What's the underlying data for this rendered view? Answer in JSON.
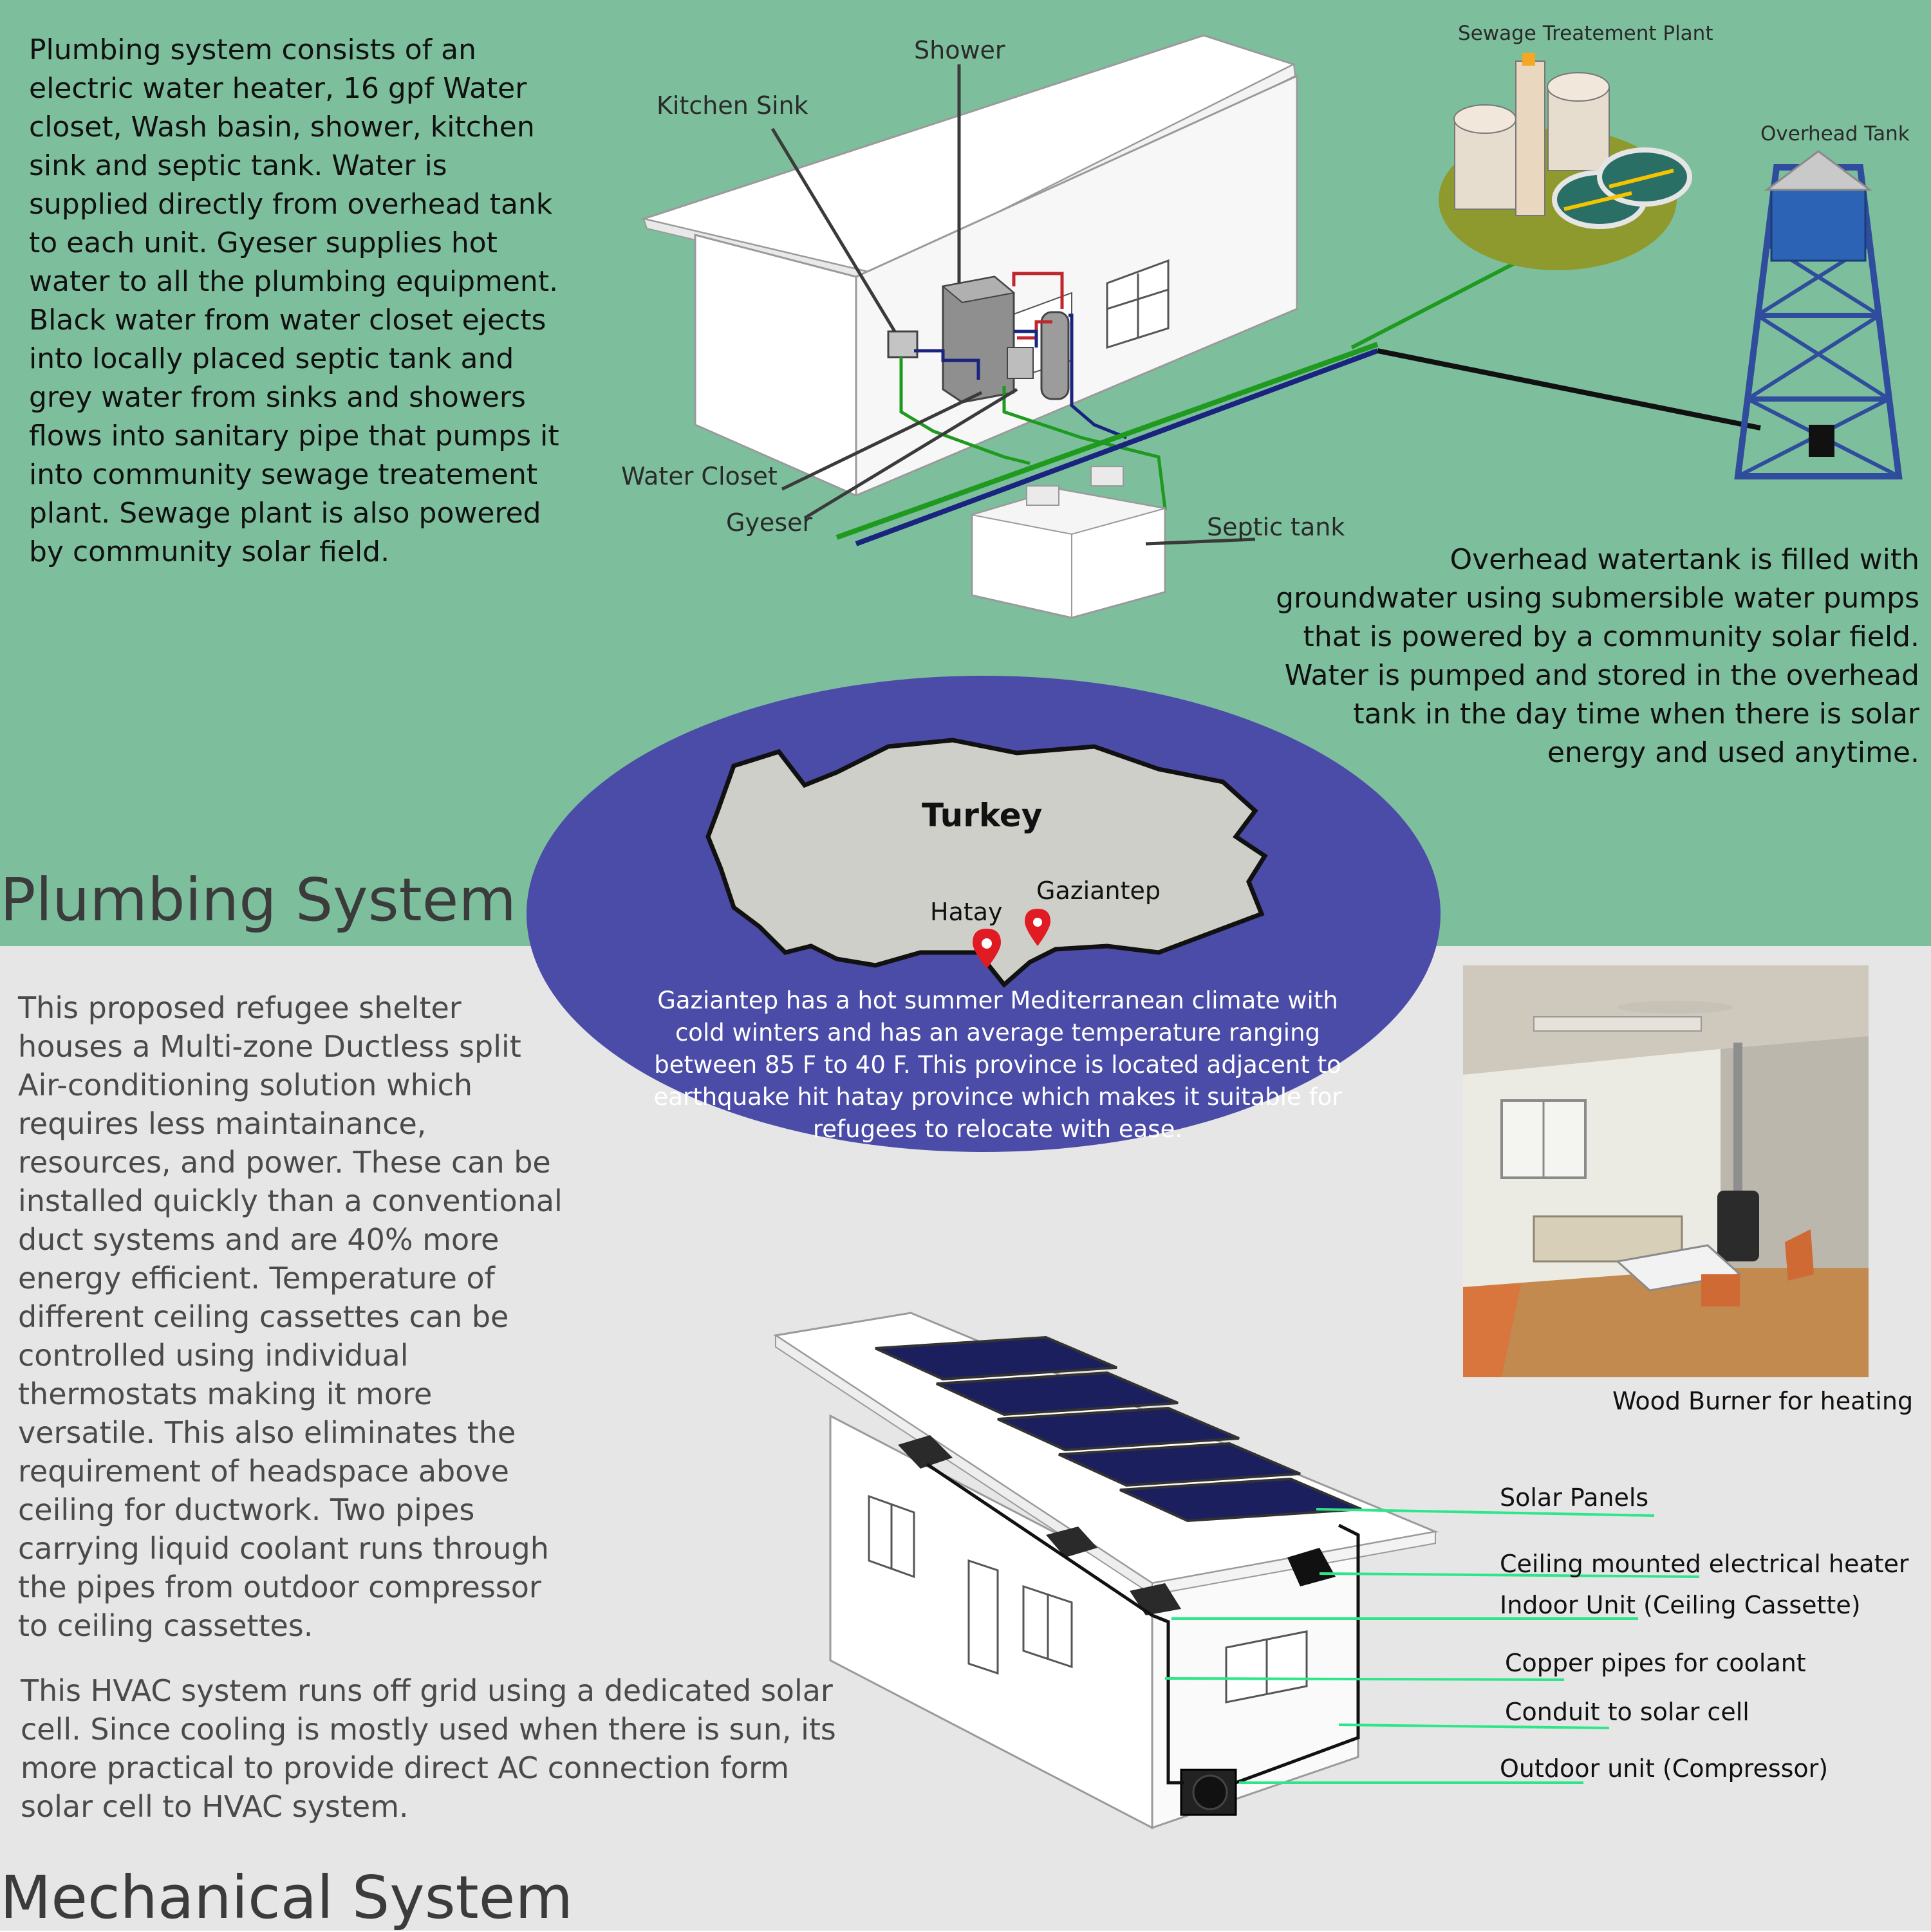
{
  "plumbing": {
    "title": "Plumbing System",
    "description": "Plumbing system consists of an\nelectric water heater, 16 gpf Water\ncloset, Wash basin, shower, kitchen\nsink and septic tank. Water is\nsupplied directly from overhead tank\nto each unit. Gyeser supplies hot\nwater to all the plumbing equipment.\nBlack water from water closet ejects\ninto locally placed septic tank and\ngrey water from sinks and showers\nflows into sanitary pipe that pumps it\ninto community sewage treatement\nplant. Sewage plant is also powered\nby community solar field.",
    "labels": {
      "shower": "Shower",
      "kitchen_sink": "Kitchen Sink",
      "water_closet": "Water Closet",
      "gyeser": "Gyeser",
      "septic_tank": "Septic tank",
      "sewage_plant": "Sewage Treatement Plant",
      "overhead_tank": "Overhead Tank"
    },
    "overhead_note": "Overhead watertank is filled with\ngroundwater using submersible water pumps\nthat is powered by a community solar field.\nWater is pumped and stored in the overhead\ntank in the day time when there is solar\nenergy and used anytime."
  },
  "map": {
    "country": "Turkey",
    "cities": [
      "Hatay",
      "Gaziantep"
    ],
    "description": "Gaziantep has a hot summer Mediterranean climate with\ncold winters and has an average temperature ranging\nbetween 85 F to 40 F. This province is located adjacent to\nearthquake hit hatay province which makes it suitable for\nrefugees to relocate with ease."
  },
  "mechanical": {
    "title": "Mechanical System",
    "description_1": "This proposed refugee shelter\nhouses a Multi-zone Ductless split\nAir-conditioning solution which\nrequires less maintainance,\nresources, and power. These can be\ninstalled quickly than a conventional\nduct systems and are 40% more\nenergy efficient. Temperature of\ndifferent ceiling cassettes can be\ncontrolled using individual\nthermostats making it more\nversatile. This also eliminates the\nrequirement of headspace above\nceiling for ductwork. Two pipes\ncarrying liquid coolant runs through\nthe pipes from outdoor compressor\nto ceiling cassettes.",
    "description_2": "This HVAC system runs off grid using a dedicated solar\ncell. Since cooling is mostly used when there is sun, its\nmore practical to provide direct AC connection form\nsolar cell to HVAC system.",
    "photo_caption": "Wood Burner for heating",
    "labels": {
      "solar_panels": "Solar Panels",
      "ceiling_heater": "Ceiling mounted electrical heater",
      "indoor_unit": "Indoor Unit (Ceiling Cassette)",
      "copper_pipes": "Copper pipes for coolant",
      "conduit": "Conduit to solar cell",
      "outdoor_unit": "Outdoor unit (Compressor)"
    }
  },
  "colors": {
    "top_bg": "#7dbf9d",
    "bottom_bg": "#e6e6e6",
    "ellipse": "#4b4ba8",
    "leader_green": "#2ee68a",
    "hot_pipe": "#c0272d",
    "cold_pipe": "#1a237e",
    "waste_pipe": "#1f9a1f",
    "marker_red": "#e01b24"
  }
}
